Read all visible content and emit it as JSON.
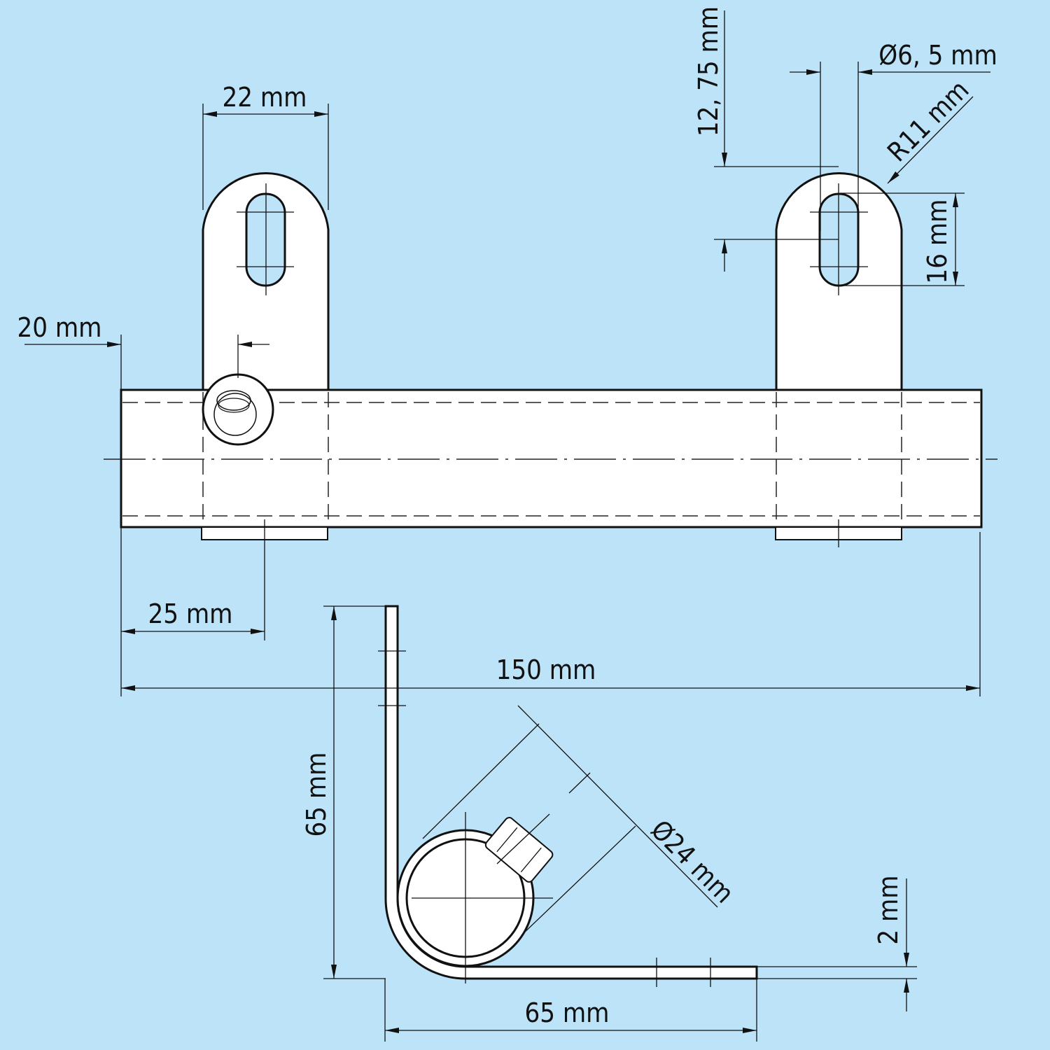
{
  "colors": {
    "background": "#bde3f8",
    "part": "#ffffff",
    "line": "#111111"
  },
  "dimensions": {
    "tab_width": "22 mm",
    "nut_offset": "20 mm",
    "tab_offset": "25 mm",
    "total_length": "150 mm",
    "hole_height": "12, 75 mm",
    "slot_diameter": "Ø6, 5 mm",
    "tab_radius": "R11 mm",
    "slot_length": "16 mm",
    "bracket_height": "65 mm",
    "bracket_length": "65 mm",
    "tube_diameter": "Ø24 mm",
    "thickness": "2 mm"
  }
}
